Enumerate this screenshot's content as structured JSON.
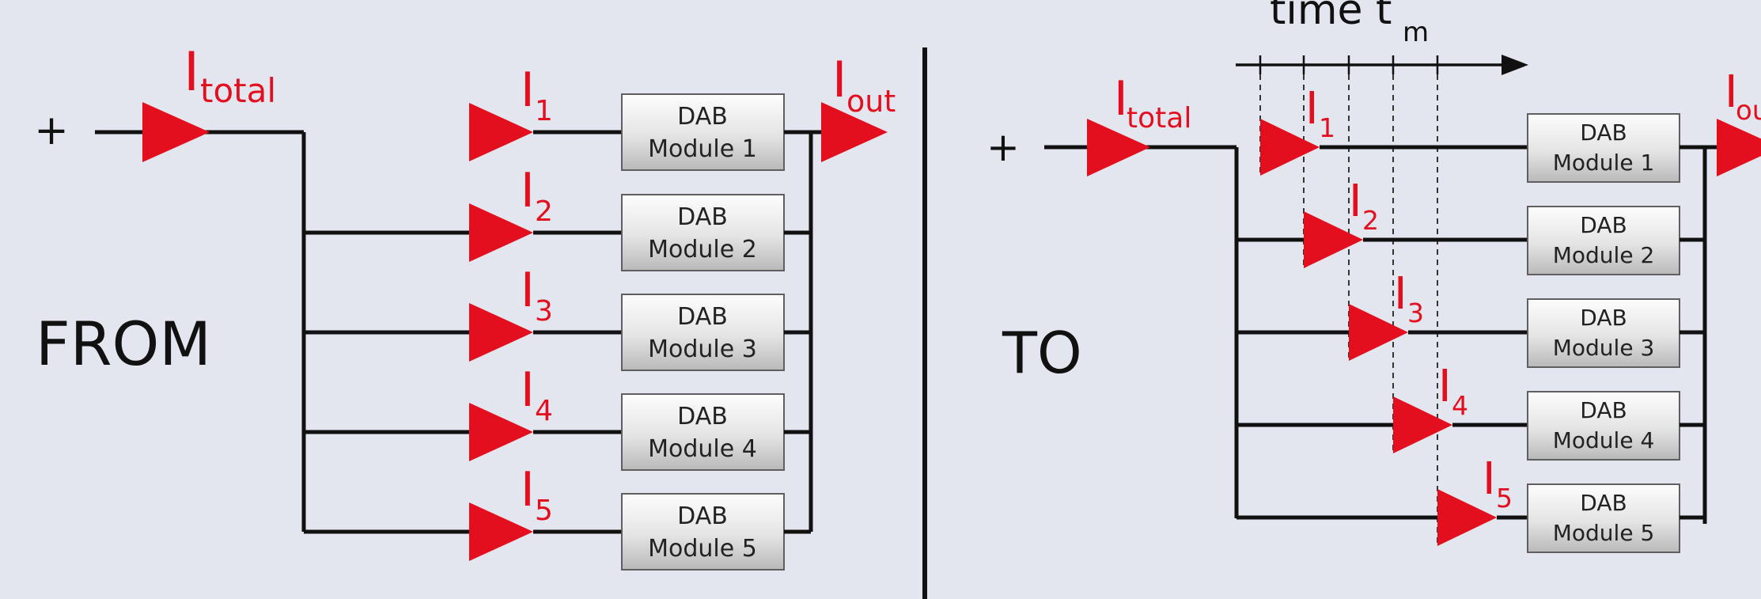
{
  "from": {
    "title": "FROM",
    "plus": "+",
    "total_label": "I",
    "total_sub": "total",
    "out_label": "I",
    "out_sub": "out"
  },
  "to": {
    "title": "TO",
    "plus": "+",
    "total_label": "I",
    "total_sub": "total",
    "out_label": "I",
    "out_sub": "out",
    "time_label": "time t",
    "time_sub": "m"
  },
  "branches": [
    {
      "current": "I",
      "sub": "1",
      "module_line1": "DAB",
      "module_line2": "Module 1"
    },
    {
      "current": "I",
      "sub": "2",
      "module_line1": "DAB",
      "module_line2": "Module 2"
    },
    {
      "current": "I",
      "sub": "3",
      "module_line1": "DAB",
      "module_line2": "Module 3"
    },
    {
      "current": "I",
      "sub": "4",
      "module_line1": "DAB",
      "module_line2": "Module 4"
    },
    {
      "current": "I",
      "sub": "5",
      "module_line1": "DAB",
      "module_line2": "Module 5"
    }
  ],
  "colors": {
    "accent": "#e30f1e",
    "background": "#e3e6ee",
    "wire": "#111111"
  }
}
